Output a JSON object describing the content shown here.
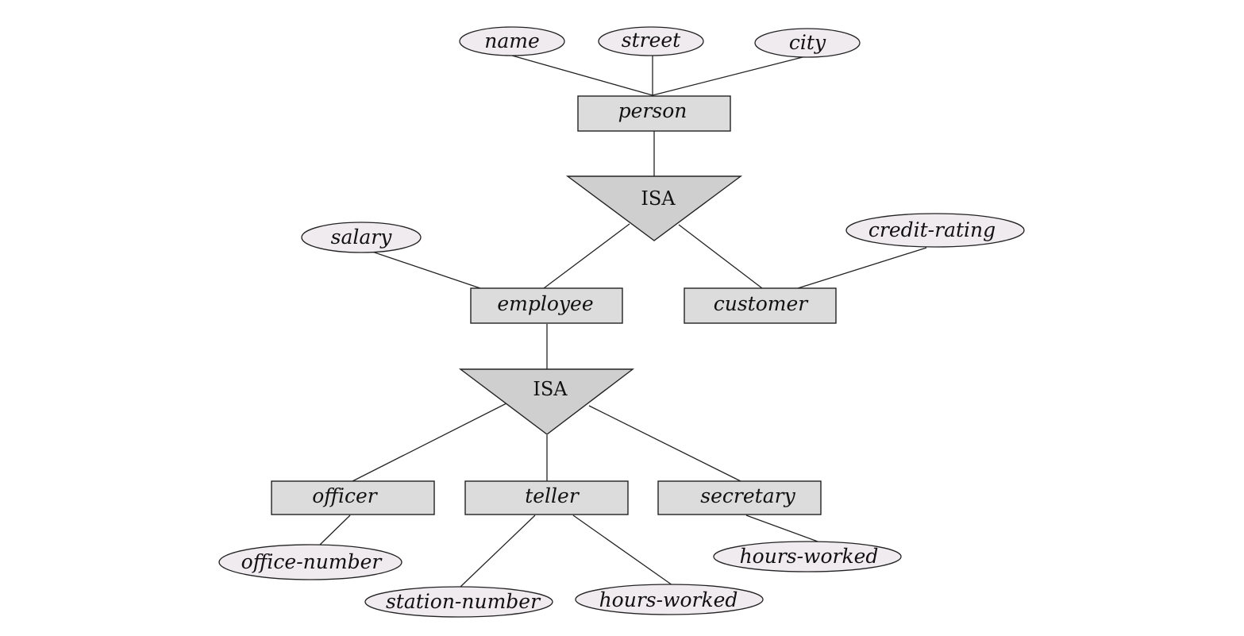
{
  "entities": {
    "person": "person",
    "employee": "employee",
    "customer": "customer",
    "officer": "officer",
    "teller": "teller",
    "secretary": "secretary"
  },
  "attributes": {
    "name": "name",
    "street": "street",
    "city": "city",
    "salary": "salary",
    "credit_rating": "credit-rating",
    "office_number": "office-number",
    "station_number": "station-number",
    "teller_hours_worked": "hours-worked",
    "secretary_hours_worked": "hours-worked"
  },
  "isa": {
    "top": "ISA",
    "bottom": "ISA"
  }
}
